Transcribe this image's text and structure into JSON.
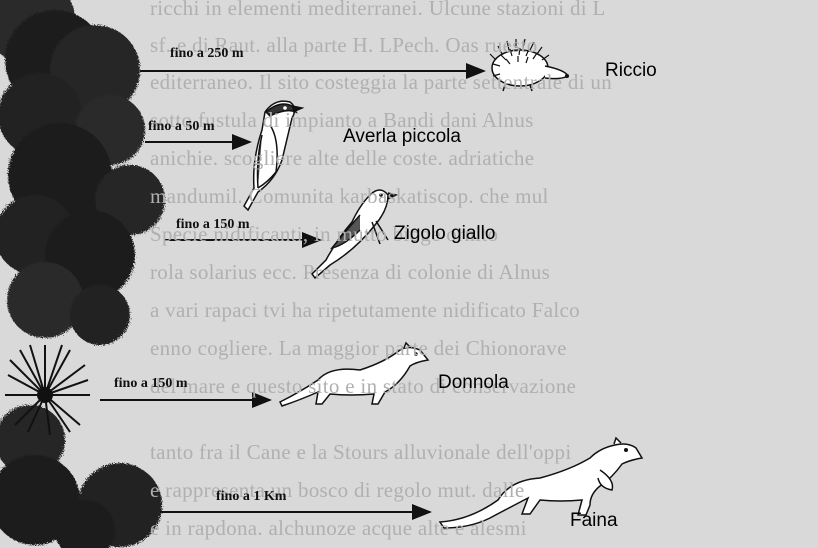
{
  "background_text": [
    "ricchi in elementi mediterranei. Ulcune stazioni di L",
    "sf. e di Raut. alla parte H. LPech. Oas ruesto",
    "editerraneo. Il sito costeggia la parte settentrale di un",
    "sotto fustula di impianto a Bandi dani Alnus",
    "anichie. scogliere alte delle coste. adriatiche",
    "mandumil. Comunita karbaskatiscop. che mul",
    "Specie nidificanti, in mutto bioge ornito",
    "rola solarius ecc. Presenza di colonie di Alnus",
    "a vari rapaci tvi ha ripetutamente nidificato Falco",
    "enno cogliere. La maggior parte dei Chionorave",
    "del mare e questo sito e in stato di conservazione",
    "tanto fra il Cane e la Stours alluvionale dell'oppi",
    "e rappresenta un bosco di regolo mut. dalle",
    "e in rapdona. alchunoze acque alte e alesmi"
  ],
  "rows": [
    {
      "id": "riccio",
      "distance": "fino a 250 m",
      "animal": "Riccio",
      "icon": "hedgehog-icon"
    },
    {
      "id": "averla",
      "distance": "fino a 50 m",
      "animal": "Averla piccola",
      "icon": "shrike-icon"
    },
    {
      "id": "zigolo",
      "distance": "fino a 150 m",
      "animal": "Zigolo giallo",
      "icon": "bunting-icon"
    },
    {
      "id": "donnola",
      "distance": "fino a 150 m",
      "animal": "Donnola",
      "icon": "weasel-icon"
    },
    {
      "id": "faina",
      "distance": "fino a 1 Km",
      "animal": "Faina",
      "icon": "marten-icon"
    }
  ]
}
